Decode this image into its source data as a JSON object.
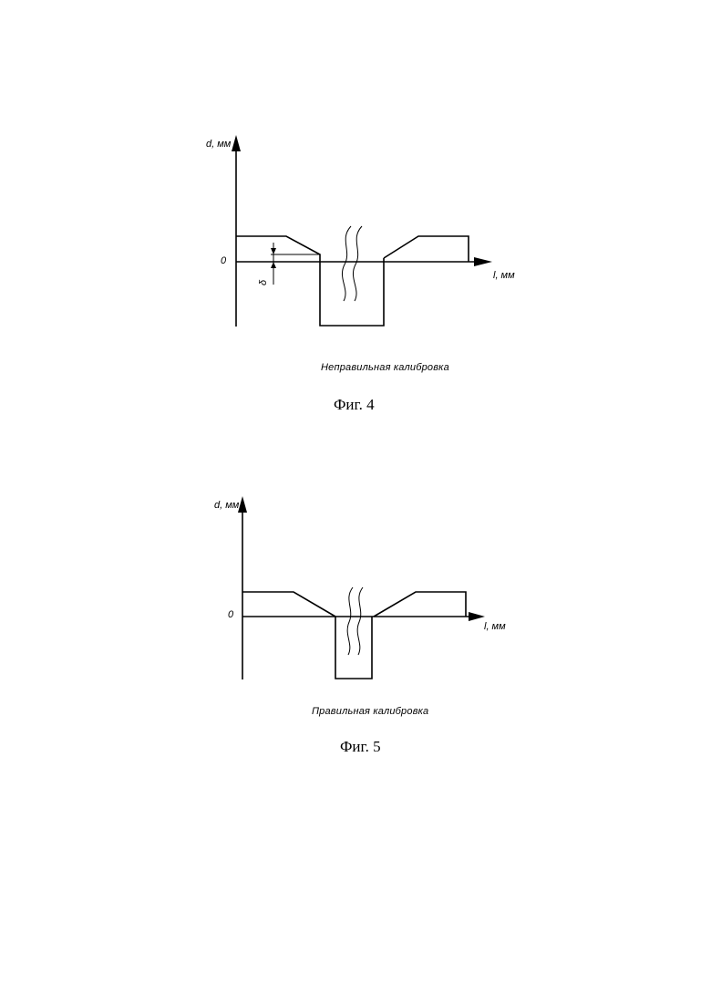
{
  "figure4": {
    "y_axis_label": "d, мм",
    "x_axis_label": "l, мм",
    "zero_label": "0",
    "delta_label": "δ",
    "caption": "Неправильная калибровка",
    "figure_label": "Фиг. 4"
  },
  "figure5": {
    "y_axis_label": "d, мм",
    "x_axis_label": "l, мм",
    "zero_label": "0",
    "caption": "Правильная калибровка",
    "figure_label": "Фиг. 5"
  }
}
